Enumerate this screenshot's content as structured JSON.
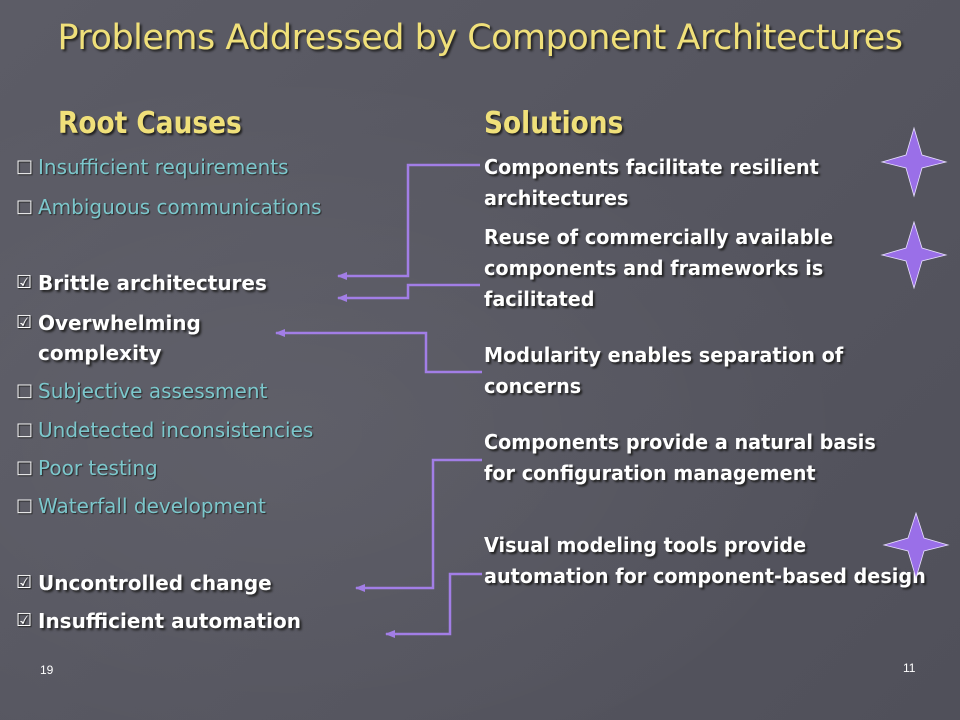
{
  "slide": {
    "title": "Problems Addressed by Component Architectures",
    "left_heading": "Root Causes",
    "right_heading": "Solutions",
    "root_causes": [
      {
        "text": "Insufficient requirements",
        "checked": false
      },
      {
        "text": "Ambiguous communications",
        "checked": false
      },
      {
        "text": "Brittle architectures",
        "checked": true
      },
      {
        "text": "Overwhelming complexity",
        "checked": true
      },
      {
        "text": "Subjective assessment",
        "checked": false
      },
      {
        "text": "Undetected inconsistencies",
        "checked": false
      },
      {
        "text": "Poor testing",
        "checked": false
      },
      {
        "text": "Waterfall development",
        "checked": false
      },
      {
        "text": "Uncontrolled change",
        "checked": true
      },
      {
        "text": "Insufficient automation",
        "checked": true
      }
    ],
    "solutions": [
      "Components facilitate resilient architectures",
      "Reuse of commercially available components and frameworks is facilitated",
      "Modularity enables separation of concerns",
      "Components provide a natural basis for configuration management",
      "Visual modeling tools provide automation for component-based design"
    ],
    "footer_left": "19",
    "footer_right": "11",
    "colors": {
      "title": "#f0e07a",
      "dim_text": "#7cc7cc",
      "active_text": "#ffffff",
      "connector": "#a27ee6",
      "star": "#9a6fe8",
      "background": "#56565f"
    },
    "icons": {
      "unchecked": "□",
      "checked": "☑"
    }
  }
}
